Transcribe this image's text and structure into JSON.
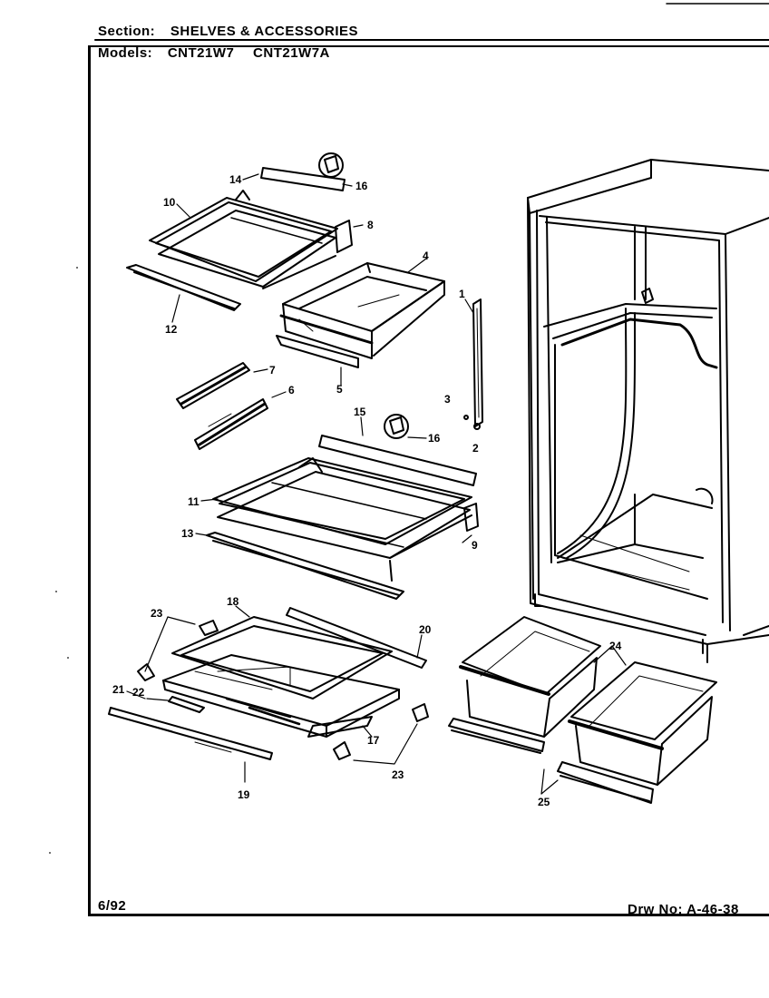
{
  "header": {
    "section_label": "Section:",
    "section_value": "SHELVES & ACCESSORIES",
    "models_label": "Models:",
    "models": [
      "CNT21W7",
      "CNT21W7A"
    ]
  },
  "footer": {
    "date": "6/92",
    "drawing_number": "Drw No: A-46-38"
  },
  "callouts": [
    "1",
    "2",
    "3",
    "4",
    "5",
    "6",
    "7",
    "8",
    "9",
    "10",
    "11",
    "12",
    "13",
    "14",
    "15",
    "16",
    "16",
    "17",
    "18",
    "19",
    "20",
    "21",
    "22",
    "23",
    "23",
    "24",
    "25"
  ]
}
